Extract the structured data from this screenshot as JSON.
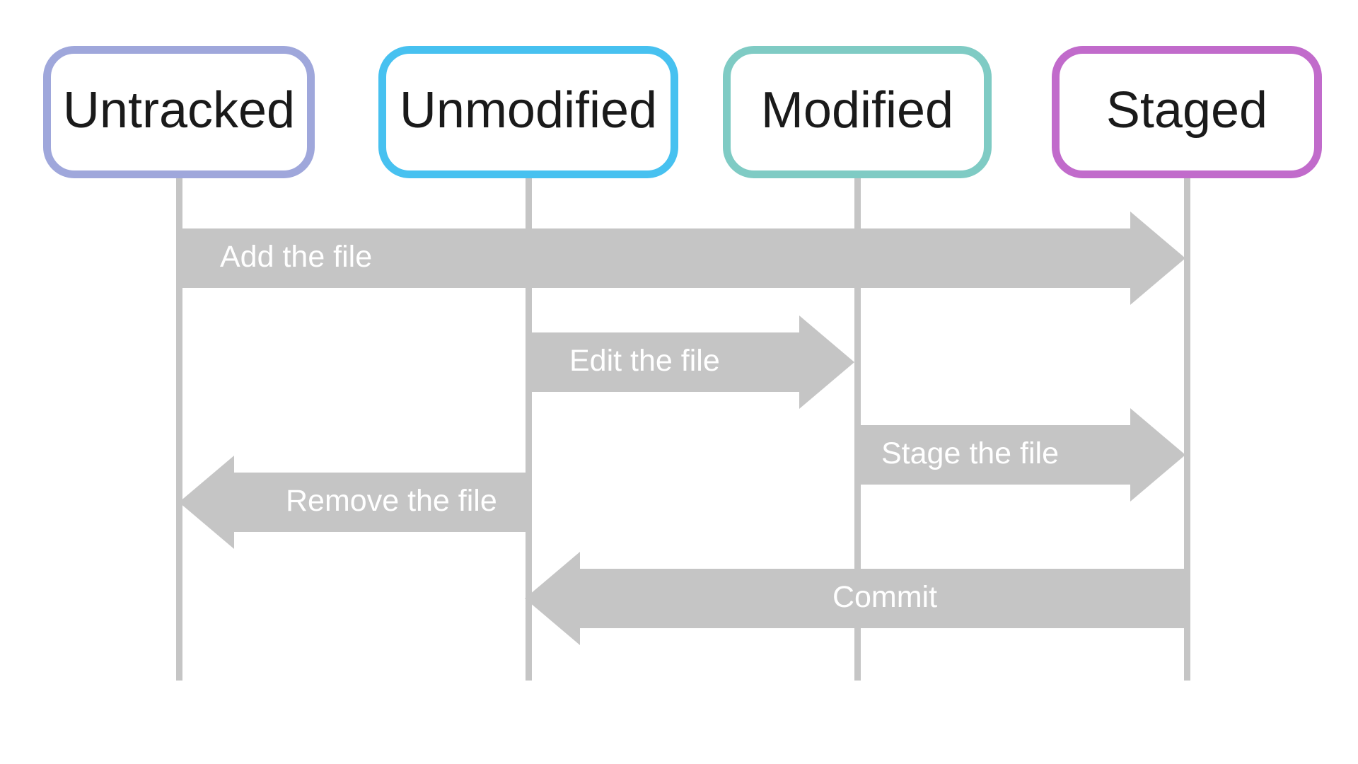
{
  "diagram": {
    "type": "state-lifecycle-sequence",
    "subject": "Git file status lifecycle"
  },
  "states": [
    {
      "label": "Untracked",
      "border_color": "#9fa7db"
    },
    {
      "label": "Unmodified",
      "border_color": "#47c1f0"
    },
    {
      "label": "Modified",
      "border_color": "#7fcbc4"
    },
    {
      "label": "Staged",
      "border_color": "#c16bcb"
    }
  ],
  "transitions": [
    {
      "label": "Add the file",
      "from": "Untracked",
      "to": "Staged",
      "direction": "right"
    },
    {
      "label": "Edit the file",
      "from": "Unmodified",
      "to": "Modified",
      "direction": "right"
    },
    {
      "label": "Stage the file",
      "from": "Modified",
      "to": "Staged",
      "direction": "right"
    },
    {
      "label": "Remove the file",
      "from": "Unmodified",
      "to": "Untracked",
      "direction": "left"
    },
    {
      "label": "Commit",
      "from": "Staged",
      "to": "Unmodified",
      "direction": "left"
    }
  ],
  "palette": {
    "background": "#ffffff",
    "lifeline_color": "#c5c5c5",
    "arrow_color": "#c5c5c5",
    "arrow_text_color": "#ffffff",
    "state_text_color": "#1a1a1a"
  }
}
